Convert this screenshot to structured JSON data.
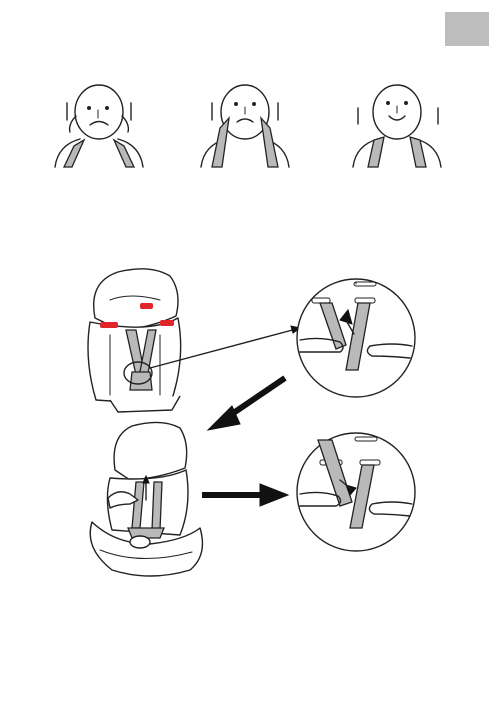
{
  "language_tab": {
    "color": "#bdbdbd",
    "label": ""
  },
  "colors": {
    "belt_gray": "#b9b9b9",
    "line": "#222222",
    "headrest_marker": "#e0262a"
  },
  "head_figures": [
    {
      "expression": "sad",
      "fit": "shoulder-strap-too-low"
    },
    {
      "expression": "sad",
      "fit": "shoulder-strap-too-high"
    },
    {
      "expression": "happy",
      "fit": "shoulder-strap-correct"
    }
  ],
  "steps": [
    {
      "scene": "seat-with-headrest-red-markers",
      "detail": "zoom-circle-belt-slot-adjust"
    },
    {
      "scene": "seat-hand-pulling-belt",
      "detail": "zoom-circle-belt-routing"
    }
  ]
}
